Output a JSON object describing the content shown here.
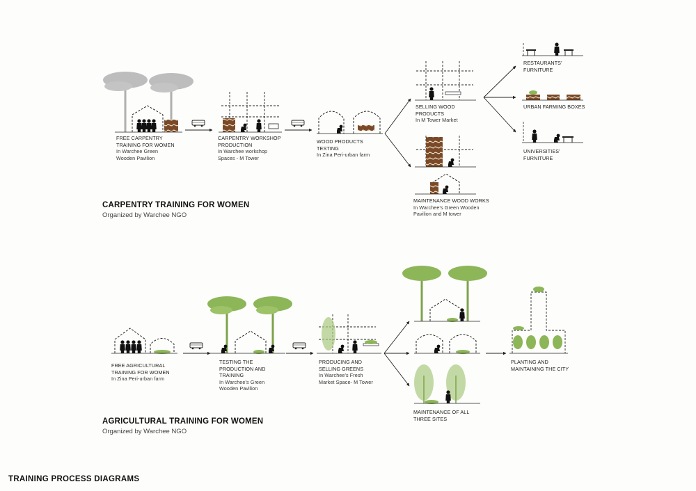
{
  "carpentry": {
    "title": "CARPENTRY TRAINING FOR WOMEN",
    "organizer": "Organized by Warchee NGO",
    "steps": [
      {
        "title1": "FREE CARPENTRY",
        "title2": "TRAINING FOR WOMEN",
        "sub1": "In Warchee Green",
        "sub2": "Wooden Pavilion"
      },
      {
        "title1": "CARPENTRY WORKSHOP",
        "title2": "PRODUCTION",
        "sub1": "In Warchee workshop",
        "sub2": "Spaces - M Tower"
      },
      {
        "title1": "WOOD PRODUCTS",
        "title2": "TESTING",
        "sub1": "In Zina Peri-urban farm"
      },
      {
        "title1": "SELLING WOOD",
        "title2": "PRODUCTS",
        "sub1": "In M Tower Market"
      },
      {
        "title1": "MAINTENANCE WOOD WORKS",
        "sub1": "In Warchee's Green Wooden",
        "sub2": "Pavilion and M tower"
      }
    ],
    "outputs": [
      {
        "title1": "RESTAURANTS'",
        "title2": "FURNITURE"
      },
      {
        "title1": "URBAN FARMING BOXES"
      },
      {
        "title1": "UNIVERSITIES'",
        "title2": "FURNITURE"
      }
    ]
  },
  "agricultural": {
    "title": "AGRICULTURAL TRAINING FOR WOMEN",
    "organizer": "Organized by Warchee NGO",
    "steps": [
      {
        "title1": "FREE AGRICULTURAL",
        "title2": "TRAINING FOR WOMEN",
        "sub1": "In Zina Peri-urban farm"
      },
      {
        "title1": "TESTING THE",
        "title2": "PRODUCTION AND",
        "title3": "TRAINING",
        "sub1": "In Warchee's Green",
        "sub2": "Wooden Pavilion"
      },
      {
        "title1": "PRODUCING AND",
        "title2": "SELLING GREENS",
        "sub1": "In Warchee's Fresh",
        "sub2": "Market Space- M Tower"
      },
      {
        "title1": "MAINTENANCE OF ALL",
        "title2": "THREE SITES"
      },
      {
        "title1": "PLANTING AND",
        "title2": "MAINTAINING THE CITY"
      }
    ]
  },
  "page_title": "TRAINING PROCESS DIAGRAMS",
  "colors": {
    "green": "#8db659",
    "grey_tree": "#b8b8b8",
    "ink": "#222222",
    "wood": "#8a5a34"
  }
}
